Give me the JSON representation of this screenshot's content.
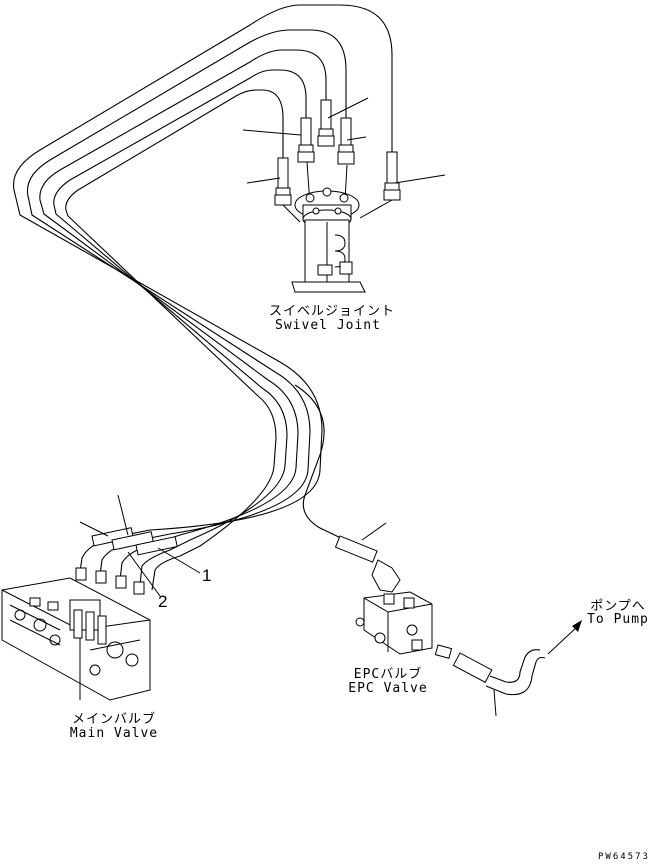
{
  "labels": {
    "swivel_joint_jp": "スイベルジョイント",
    "swivel_joint_en": "Swivel Joint",
    "main_valve_jp": "メインバルブ",
    "main_valve_en": "Main Valve",
    "epc_valve_jp": "EPCバルブ",
    "epc_valve_en": "EPC Valve",
    "to_pump_jp": "ポンプへ",
    "to_pump_en": "To Pump"
  },
  "callouts": {
    "one": "1",
    "two": "2"
  },
  "drawing_code": "PW64573"
}
